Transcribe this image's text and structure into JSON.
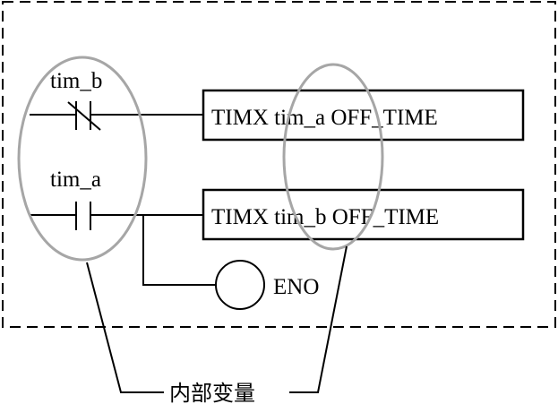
{
  "contacts": [
    {
      "label": "tim_b",
      "kind": "normally-closed"
    },
    {
      "label": "tim_a",
      "kind": "normally-open"
    }
  ],
  "timers": [
    {
      "text": "TIMX tim_a OFF_TIME"
    },
    {
      "text": "TIMX tim_b OFF_TIME"
    }
  ],
  "output": {
    "label": "ENO"
  },
  "caption": "内部变量"
}
